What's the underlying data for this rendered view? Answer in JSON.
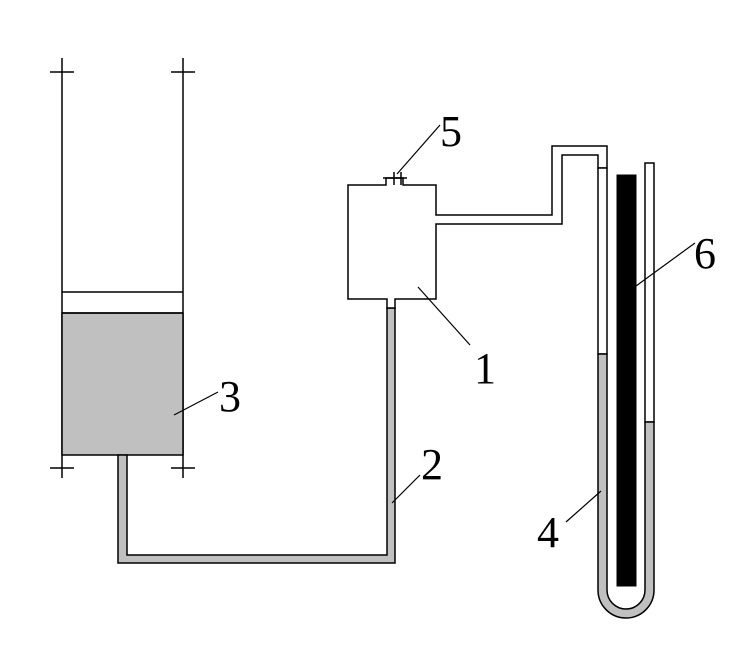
{
  "diagram": {
    "labels": {
      "flask": "1",
      "tube": "2",
      "reservoir": "3",
      "u_tube": "4",
      "stopcock": "5",
      "scale": "6"
    },
    "colors": {
      "line": "#000000",
      "liquid": "#c0c0c0",
      "scale_bar": "#000000",
      "background": "#ffffff"
    }
  }
}
